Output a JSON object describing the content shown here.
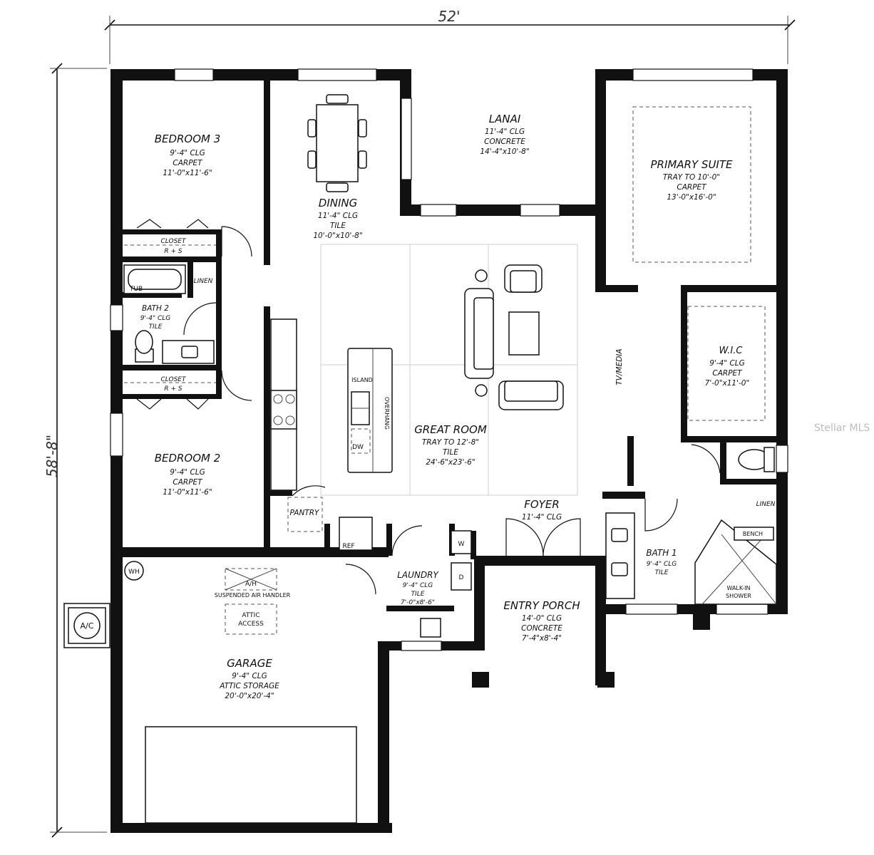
{
  "dimensions": {
    "width": "52'",
    "depth": "58'-8\""
  },
  "watermark": "Stellar MLS",
  "rooms": {
    "bedroom3": {
      "name": "BEDROOM 3",
      "lines": [
        "9'-4\" CLG",
        "CARPET",
        "11'-0\"x11'-6\""
      ]
    },
    "dining": {
      "name": "DINING",
      "lines": [
        "11'-4\" CLG",
        "TILE",
        "10'-0\"x10'-8\""
      ]
    },
    "lanai": {
      "name": "LANAI",
      "lines": [
        "11'-4\" CLG",
        "CONCRETE",
        "14'-4\"x10'-8\""
      ]
    },
    "primary": {
      "name": "PRIMARY SUITE",
      "lines": [
        "TRAY TO 10'-0\"",
        "CARPET",
        "13'-0\"x16'-0\""
      ]
    },
    "closet_top": {
      "name": "CLOSET",
      "line": "R + S"
    },
    "closet_bottom": {
      "name": "CLOSET",
      "line": "R + S"
    },
    "bath2": {
      "name": "BATH 2",
      "lines": [
        "9'-4\" CLG",
        "TILE"
      ]
    },
    "tub": "TUB",
    "linen_left": "LINEN",
    "linen_right": "LINEN",
    "island": "ISLAND",
    "overhang": "OVERHANG",
    "dw": "DW",
    "great": {
      "name": "GREAT ROOM",
      "lines": [
        "TRAY TO 12'-8\"",
        "TILE",
        "24'-6\"x23'-6\""
      ]
    },
    "wic": {
      "name": "W.I.C",
      "lines": [
        "9'-4\" CLG",
        "CARPET",
        "7'-0\"x11'-0\""
      ]
    },
    "tvmedia": "TV/MEDIA",
    "bedroom2": {
      "name": "BEDROOM 2",
      "lines": [
        "9'-4\" CLG",
        "CARPET",
        "11'-0\"x11'-6\""
      ]
    },
    "pantry": "PANTRY",
    "ref": "REF",
    "foyer": {
      "name": "FOYER",
      "lines": [
        "11'-4\" CLG"
      ]
    },
    "washer": "W",
    "dryer": "D",
    "laundry": {
      "name": "LAUNDRY",
      "lines": [
        "9'-4\" CLG",
        "TILE",
        "7'-0\"x8'-6\""
      ]
    },
    "bath1": {
      "name": "BATH 1",
      "lines": [
        "9'-4\" CLG",
        "TILE"
      ]
    },
    "bench": "BENCH",
    "shower": [
      "WALK-IN",
      "SHOWER"
    ],
    "entry": {
      "name": "ENTRY PORCH",
      "lines": [
        "14'-0\" CLG",
        "CONCRETE",
        "7'-4\"x8'-4\""
      ]
    },
    "wh": "WH",
    "airhandler": [
      "A/H",
      "SUSPENDED AIR HANDLER"
    ],
    "attic": [
      "ATTIC",
      "ACCESS"
    ],
    "garage": {
      "name": "GARAGE",
      "lines": [
        "9'-4\" CLG",
        "ATTIC STORAGE",
        "20'-0\"x20'-4\""
      ]
    },
    "ac": "A/C"
  }
}
